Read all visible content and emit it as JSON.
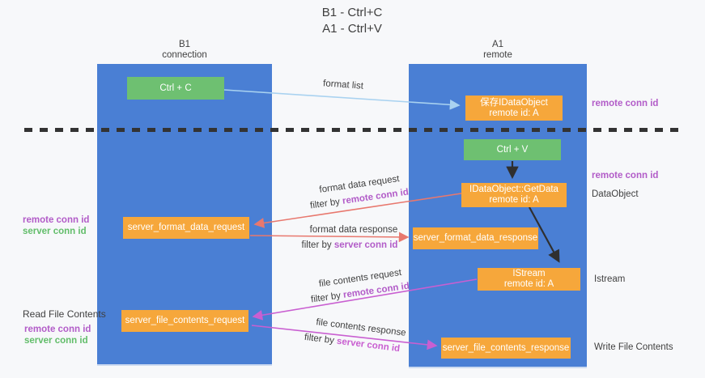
{
  "title": {
    "line1": "B1 - Ctrl+C",
    "line2": "A1 - Ctrl+V"
  },
  "lanes": {
    "left": {
      "name": "B1",
      "role": "connection"
    },
    "right": {
      "name": "A1",
      "role": "remote"
    }
  },
  "nodes": {
    "ctrl_c": {
      "label": "Ctrl + C"
    },
    "save_idataobject": {
      "line1": "保存IDataObject",
      "line2": "remote id: A"
    },
    "ctrl_v": {
      "label": "Ctrl + V"
    },
    "getdata": {
      "line1": "IDataObject::GetData",
      "line2": "remote id: A"
    },
    "server_format_data_request": {
      "label": "server_format_data_request"
    },
    "server_format_data_response": {
      "label": "server_format_data_response"
    },
    "istream": {
      "line1": "IStream",
      "line2": "remote id: A"
    },
    "server_file_contents_request": {
      "label": "server_file_contents_request"
    },
    "server_file_contents_response": {
      "label": "server_file_contents_response"
    }
  },
  "side_labels": {
    "right_remote_conn_id_1": "remote conn id",
    "right_remote_conn_id_2": "remote conn id",
    "dataobject": "DataObject",
    "istream": "Istream",
    "write_file_contents": "Write File Contents",
    "left_remote_conn_id_1": "remote conn id",
    "left_server_conn_id_1": "server conn id",
    "read_file_contents": "Read File Contents",
    "left_remote_conn_id_2": "remote conn id",
    "left_server_conn_id_2": "server conn id"
  },
  "arrow_labels": {
    "format_list": "format list",
    "format_data_request": "format data request",
    "filter_by_1": {
      "prefix": "filter by ",
      "id": "remote conn id"
    },
    "format_data_response": "format data response",
    "filter_by_2": {
      "prefix": "filter by ",
      "id": "server conn id"
    },
    "file_contents_request": "file contents request",
    "filter_by_3": {
      "prefix": "filter by ",
      "id": "remote conn id"
    },
    "file_contents_response": "file contents response",
    "filter_by_4": {
      "prefix": "filter by ",
      "id": "server conn id"
    }
  },
  "colors": {
    "bg": "#f7f8fa",
    "lane_blue": "#4a7fd4",
    "node_green": "#6ec071",
    "node_orange": "#f6a73b",
    "remote_conn_purple": "#b25cc8",
    "server_conn_green": "#62bd6a",
    "arrow_light_blue": "#a9d2f0",
    "arrow_salmon": "#e8786e",
    "arrow_magenta": "#c95fd1",
    "arrow_black": "#2f2f2f"
  }
}
